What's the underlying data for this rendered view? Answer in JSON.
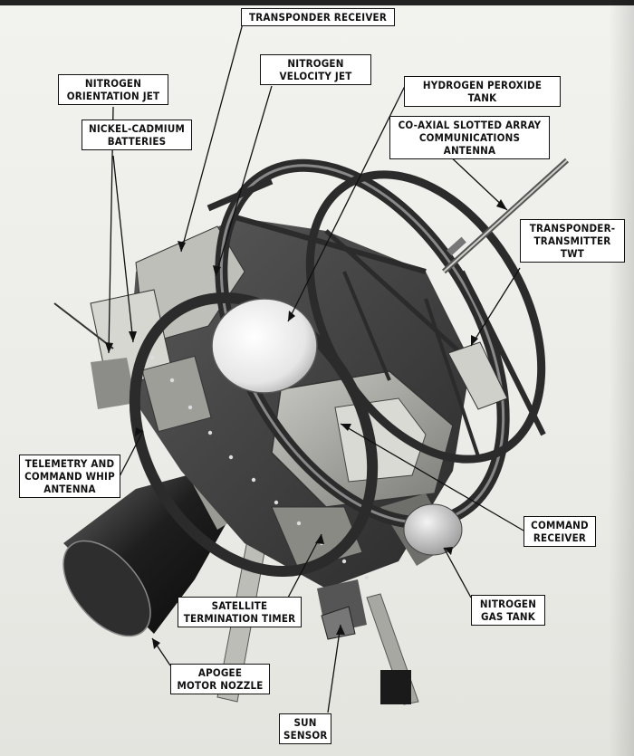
{
  "labels": {
    "transponder_receiver": [
      "TRANSPONDER RECEIVER"
    ],
    "nitrogen_orientation_jet": [
      "NITROGEN",
      "ORIENTATION JET"
    ],
    "nitrogen_velocity_jet": [
      "NITROGEN",
      "VELOCITY JET"
    ],
    "hydrogen_peroxide_tank": [
      "HYDROGEN PEROXIDE TANK"
    ],
    "nickel_cadmium_batteries": [
      "NICKEL-CADMIUM",
      "BATTERIES"
    ],
    "coaxial_antenna": [
      "CO-AXIAL SLOTTED ARRAY",
      "COMMUNICATIONS ANTENNA"
    ],
    "transponder_transmitter": [
      "TRANSPONDER-",
      "TRANSMITTER",
      "TWT"
    ],
    "telemetry_whip": [
      "TELEMETRY AND",
      "COMMAND WHIP",
      "ANTENNA"
    ],
    "command_receiver": [
      "COMMAND",
      "RECEIVER"
    ],
    "nitrogen_gas_tank": [
      "NITROGEN",
      "GAS TANK"
    ],
    "satellite_termination_timer": [
      "SATELLITE",
      "TERMINATION TIMER"
    ],
    "apogee_motor_nozzle": [
      "APOGEE",
      "MOTOR NOZZLE"
    ],
    "sun_sensor": [
      "SUN",
      "SENSOR"
    ]
  }
}
